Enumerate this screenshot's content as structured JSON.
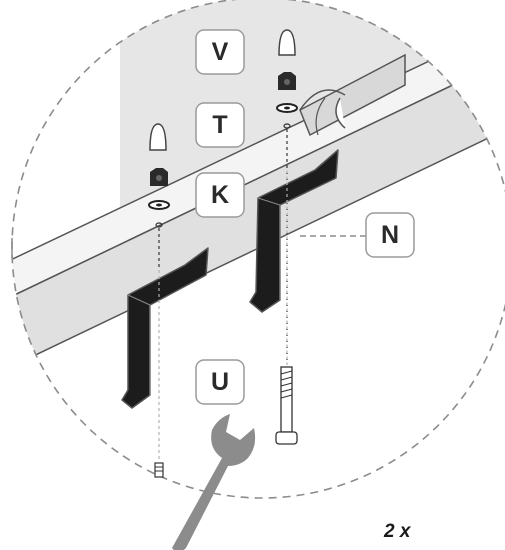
{
  "labels": {
    "v": "V",
    "t": "T",
    "k": "K",
    "n": "N",
    "u": "U"
  },
  "quantity": "2 x",
  "colors": {
    "panel": "#e6e6e6",
    "rail": "#e3e3e3",
    "bracket": "#1c1c1c",
    "outline": "#555555",
    "dashed": "#8c8c8c",
    "wrench": "#8c8c8c",
    "label_border": "#9a9a9a"
  },
  "icons": [
    "dome-nut-icon",
    "hex-nut-icon",
    "washer-icon",
    "bolt-icon",
    "wrench-icon",
    "bracket-icon"
  ]
}
